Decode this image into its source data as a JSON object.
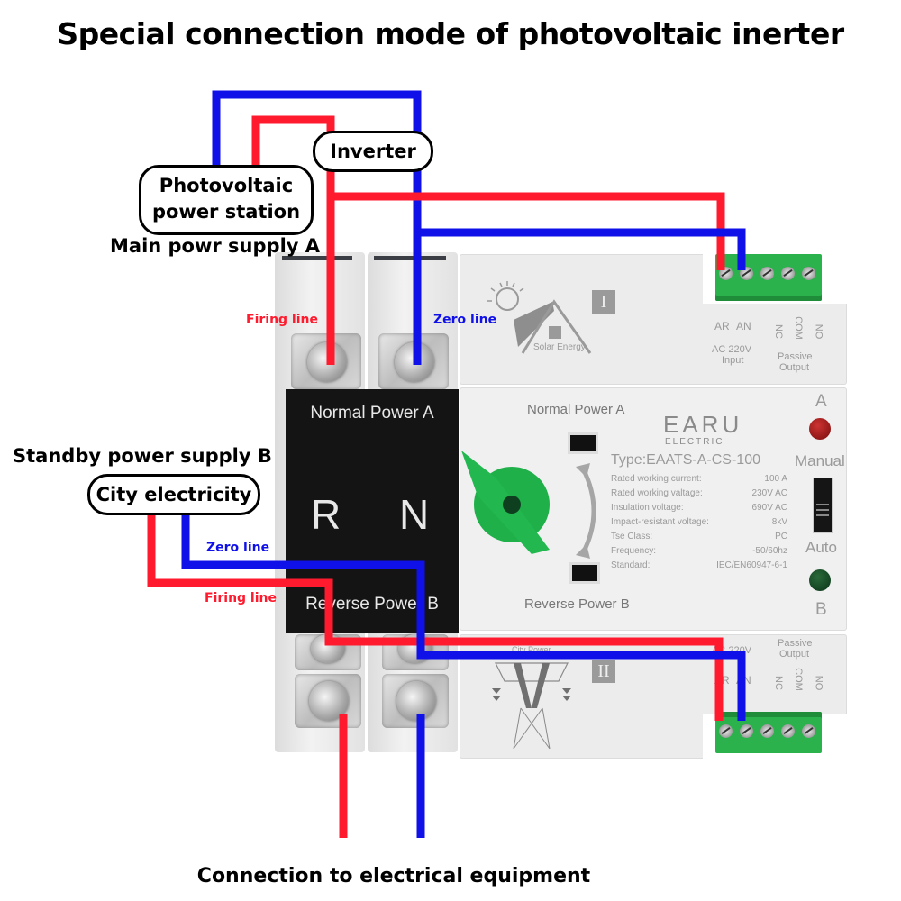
{
  "title": "Special connection mode of photovoltaic inerter",
  "caption": "Connection to electrical equipment",
  "source_a": {
    "box_label_line1": "Photovoltaic",
    "box_label_line2": "power station",
    "supply_label": "Main powr supply A",
    "inverter_label": "Inverter",
    "firing_line_label": "Firing line",
    "zero_line_label": "Zero line"
  },
  "source_b": {
    "supply_label": "Standby power supply B",
    "box_label": "City electricity",
    "zero_line_label": "Zero line",
    "firing_line_label": "Firing line"
  },
  "device": {
    "panel_top": "Normal Power A",
    "panel_bottom": "Reverse Power B",
    "pole_r": "R",
    "pole_n": "N",
    "knob_top_label": "Normal Power A",
    "knob_bottom_label": "Reverse Power B",
    "brand": "EARU",
    "brand_sub": "ELECTRIC",
    "type": "Type:EAATS-A-CS-100",
    "specs": [
      {
        "name": "Rated working current:",
        "value": "100   A"
      },
      {
        "name": "Rated working valtage:",
        "value": "230V AC"
      },
      {
        "name": "Insulation voltage:",
        "value": "690V AC"
      },
      {
        "name": "Impact-resistant voltage:",
        "value": "8kV"
      },
      {
        "name": "Tse Class:",
        "value": "PC"
      },
      {
        "name": "Frequency:",
        "value": "-50/60hz"
      },
      {
        "name": "Standard:",
        "value": "IEC/EN60947-6-1"
      }
    ],
    "indicator_a": "A",
    "indicator_b": "B",
    "mode_manual": "Manual",
    "mode_auto": "Auto",
    "top_module": {
      "logo_text": "Solar Energy",
      "roman": "I",
      "ar": "AR",
      "an": "AN",
      "input_line1": "AC 220V",
      "input_line2": "Input",
      "nc": "NC",
      "com": "COM",
      "no": "NO",
      "output_line1": "Passive",
      "output_line2": "Output"
    },
    "bottom_module": {
      "logo_text": "City Power",
      "roman": "II",
      "input_line1": "AC 220V",
      "ar": "AR",
      "an": "AN",
      "nc": "NC",
      "com": "COM",
      "no": "NO",
      "output_line1": "Passive",
      "output_line2": "Output"
    }
  },
  "colors": {
    "firing": "#ff1a2e",
    "zero": "#1010e8",
    "knob": "#1fb04a",
    "led_a": "#9b1010",
    "led_b": "#0f4d22"
  }
}
